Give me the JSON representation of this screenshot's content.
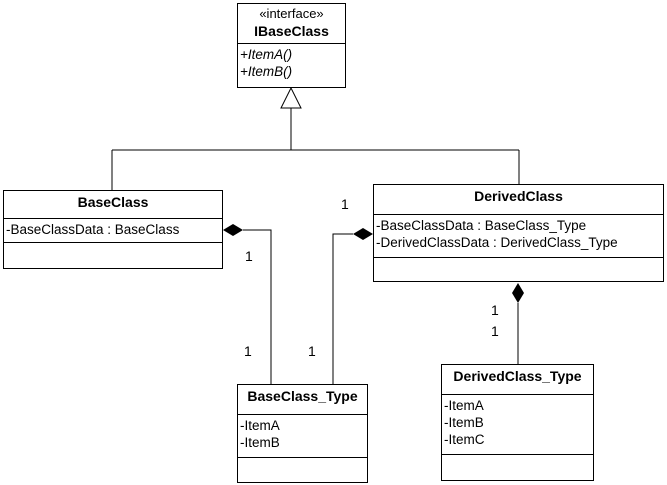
{
  "classes": {
    "ibase": {
      "stereotype": "«interface»",
      "name": "IBaseClass",
      "operations": [
        "+ItemA()",
        "+ItemB()"
      ]
    },
    "base": {
      "name": "BaseClass",
      "attributes": [
        "-BaseClassData : BaseClass"
      ]
    },
    "derived": {
      "name": "DerivedClass",
      "attributes": [
        "-BaseClassData : BaseClass_Type",
        "-DerivedClassData : DerivedClass_Type"
      ]
    },
    "basetype": {
      "name": "BaseClass_Type",
      "attributes": [
        "-ItemA",
        "-ItemB"
      ]
    },
    "derivedtype": {
      "name": "DerivedClass_Type",
      "attributes": [
        "-ItemA",
        "-ItemB",
        "-ItemC"
      ]
    }
  },
  "multiplicities": {
    "base_comp_whole": "1",
    "base_comp_part": "1",
    "derived_comp_whole": "1",
    "derived_comp_part": "1",
    "derivedtype_comp_whole": "1",
    "derivedtype_comp_part": "1"
  }
}
